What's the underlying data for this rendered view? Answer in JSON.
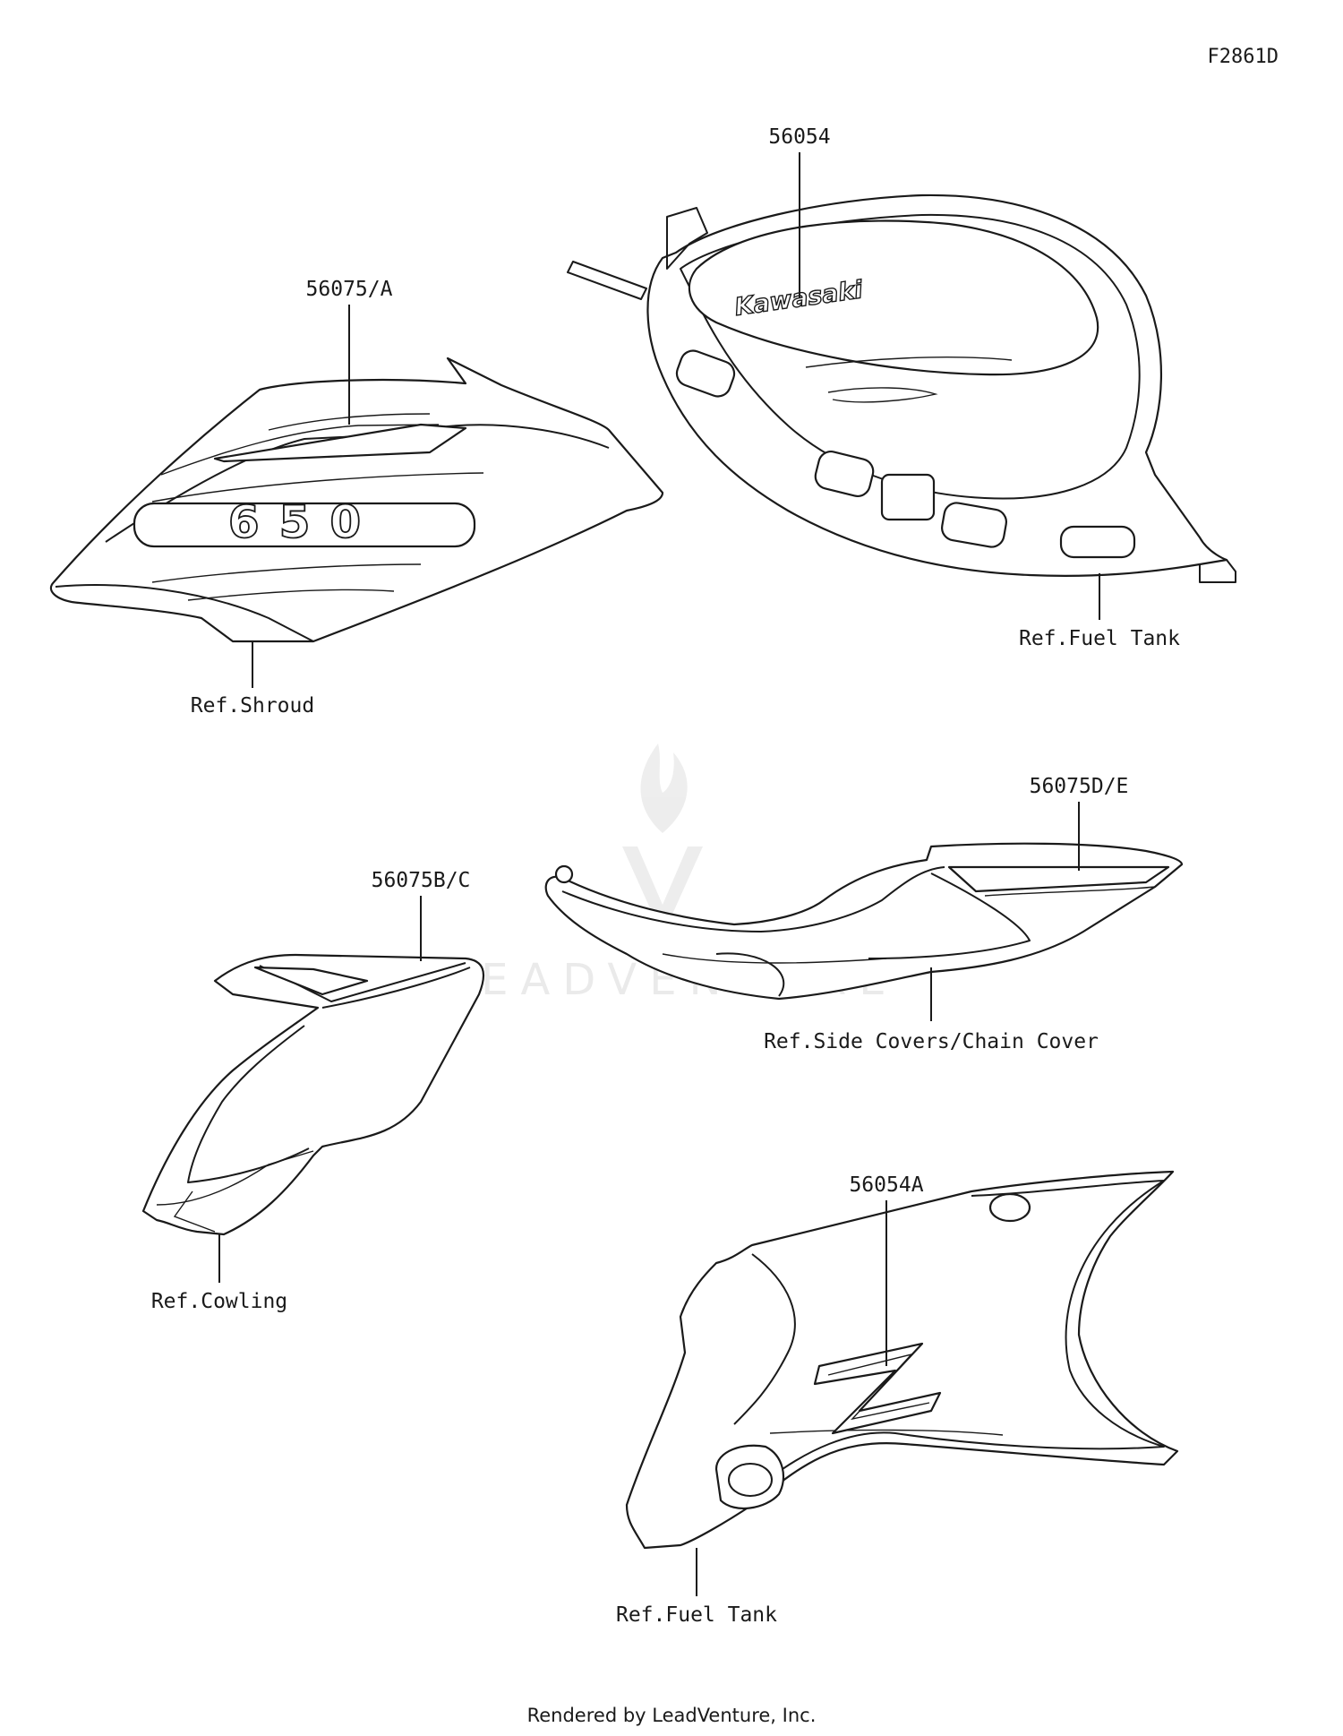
{
  "figure_id": "F2861D",
  "watermark": "LEADVENTURE",
  "footer": "Rendered by LeadVenture, Inc.",
  "callouts": {
    "tank_label": "56054",
    "shroud_label": "56075/A",
    "cowling_label": "56075B/C",
    "side_cover_label": "56075D/E",
    "tank_side_label": "56054A"
  },
  "references": {
    "fuel_tank_top": "Ref.Fuel Tank",
    "shroud": "Ref.Shroud",
    "cowling": "Ref.Cowling",
    "side_covers": "Ref.Side Covers/Chain Cover",
    "fuel_tank_bottom": "Ref.Fuel Tank"
  },
  "tank_brand": "Kawasaki",
  "shroud_emblem": "650"
}
